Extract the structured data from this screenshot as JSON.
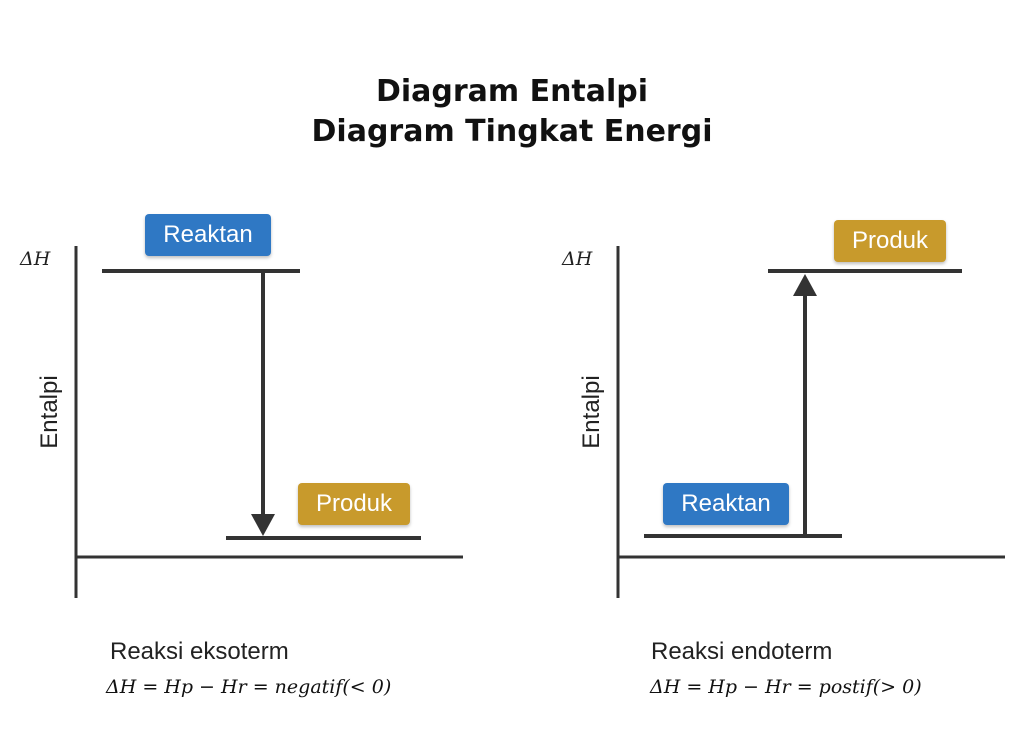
{
  "title": {
    "line1": "Diagram Entalpi",
    "line2": "Diagram Tingkat Energi"
  },
  "panels": [
    {
      "axis_label": "Entalpi",
      "delta_h_label": "ΔH",
      "reaktan_label": "Reaktan",
      "produk_label": "Produk",
      "reaction_name": "Reaksi eksoterm",
      "equation": "ΔH = Hp − Hr = negatif(< 0)",
      "arrow_direction": "down"
    },
    {
      "axis_label": "Entalpi",
      "delta_h_label": "ΔH",
      "reaktan_label": "Reaktan",
      "produk_label": "Produk",
      "reaction_name": "Reaksi endoterm",
      "equation": "ΔH = Hp − Hr = postif(> 0)",
      "arrow_direction": "up"
    }
  ],
  "colors": {
    "reaktan": "#2f78c4",
    "produk": "#c89a2c",
    "line": "#333333"
  }
}
